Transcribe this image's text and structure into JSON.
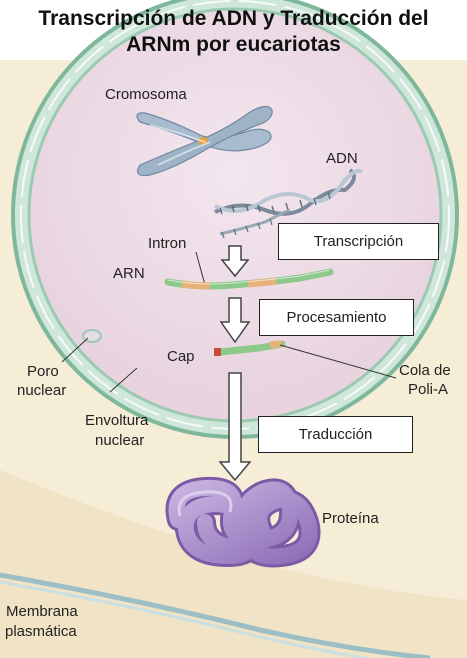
{
  "title": {
    "line1": "Transcripción de ADN y Traducción del",
    "line2": "ARNm por eucariotas"
  },
  "labels": {
    "cromosoma": "Cromosoma",
    "adn": "ADN",
    "intron": "Intron",
    "arn": "ARN",
    "cap": "Cap",
    "cola_line1": "Cola de",
    "cola_line2": "Poli-A",
    "poro_line1": "Poro",
    "poro_line2": "nuclear",
    "envoltura_line1": "Envoltura",
    "envoltura_line2": "nuclear",
    "proteina": "Proteína",
    "membrana_line1": "Membrana",
    "membrana_line2": "plasmática"
  },
  "process_boxes": {
    "transcripcion": "Transcripción",
    "procesamiento": "Procesamiento",
    "traduccion": "Traducción"
  },
  "colors": {
    "nucleoplasm": "#eedce6",
    "cytoplasm": "#f6edd7",
    "nuclear_envelope": "#8fc4a8",
    "membrane": "#9bbfc4",
    "rna_green": "#8dc98a",
    "intron_orange": "#e7b27a",
    "protein_purple": "#a98fc9",
    "chromosome": "#9fb3c6"
  }
}
